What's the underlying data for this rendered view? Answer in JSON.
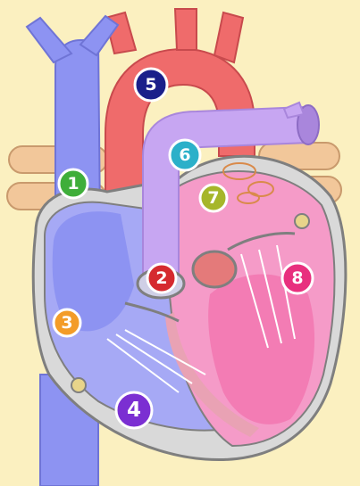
{
  "colors": {
    "background": "#fbf0c0",
    "aorta": "#ef6b6b",
    "aorta_shade": "#d84f52",
    "vena_cava": "#8d93f2",
    "vena_cava_shade": "#6f74d6",
    "pulmonary": "#c7a6f2",
    "pulmonary_shade": "#a986dc",
    "left_heart": "#f59bc8",
    "left_heart_inner": "#f37cb4",
    "right_heart": "#a6a9f5",
    "wall": "#e9a2b4",
    "outline": "#7f7f7f",
    "pulmonary_vein": "#f2c79a",
    "chordae": "#ffffff"
  },
  "labels": [
    {
      "name": "label-1",
      "text": "1",
      "color": "#3fae3a"
    },
    {
      "name": "label-2",
      "text": "2",
      "color": "#d52a2f"
    },
    {
      "name": "label-3",
      "text": "3",
      "color": "#f39c28"
    },
    {
      "name": "label-4",
      "text": "4",
      "color": "#7b2fd2"
    },
    {
      "name": "label-5",
      "text": "5",
      "color": "#1a1f8a"
    },
    {
      "name": "label-6",
      "text": "6",
      "color": "#2bb0c9"
    },
    {
      "name": "label-7",
      "text": "7",
      "color": "#a6b62a"
    },
    {
      "name": "label-8",
      "text": "8",
      "color": "#e8307e"
    }
  ]
}
